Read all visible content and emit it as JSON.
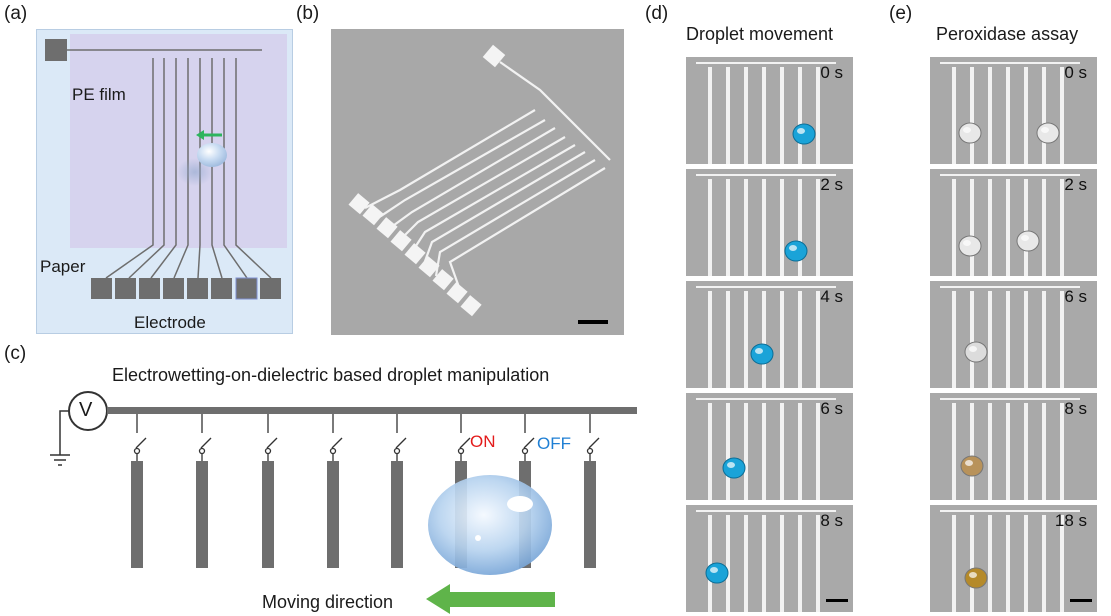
{
  "panels": {
    "a": {
      "label": "(a)",
      "film_label": "PE film",
      "paper_label": "Paper",
      "electrode_label": "Electrode"
    },
    "b": {
      "label": "(b)"
    },
    "c": {
      "label": "(c)",
      "title": "Electrowetting-on-dielectric based droplet manipulation",
      "voltage_symbol": "V",
      "on_label": "ON",
      "off_label": "OFF",
      "direction_label": "Moving direction"
    },
    "d": {
      "label": "(d)",
      "title": "Droplet movement",
      "frames": [
        {
          "time": "0 s",
          "drop_color": "#1aa3d8"
        },
        {
          "time": "2 s",
          "drop_color": "#1aa3d8"
        },
        {
          "time": "4 s",
          "drop_color": "#1aa3d8"
        },
        {
          "time": "6 s",
          "drop_color": "#1aa3d8"
        },
        {
          "time": "8 s",
          "drop_color": "#1aa3d8"
        }
      ]
    },
    "e": {
      "label": "(e)",
      "title": "Peroxidase assay",
      "frames": [
        {
          "time": "0 s",
          "drop_color": "#e8e8e8"
        },
        {
          "time": "2 s",
          "drop_color": "#e8e8e8"
        },
        {
          "time": "6 s",
          "drop_color": "#dcdcdc"
        },
        {
          "time": "8 s",
          "drop_color": "#b8925a"
        },
        {
          "time": "18 s",
          "drop_color": "#b58a2a"
        }
      ]
    }
  },
  "colors": {
    "blue_bg": "#dbe9f7",
    "film": "#d6d3ee",
    "electrode": "#6e6e6e",
    "on_color": "#e31b1b",
    "off_color": "#1f7fd4",
    "arrow_green": "#5fb44a",
    "photo_gray": "#a8a8a8"
  }
}
